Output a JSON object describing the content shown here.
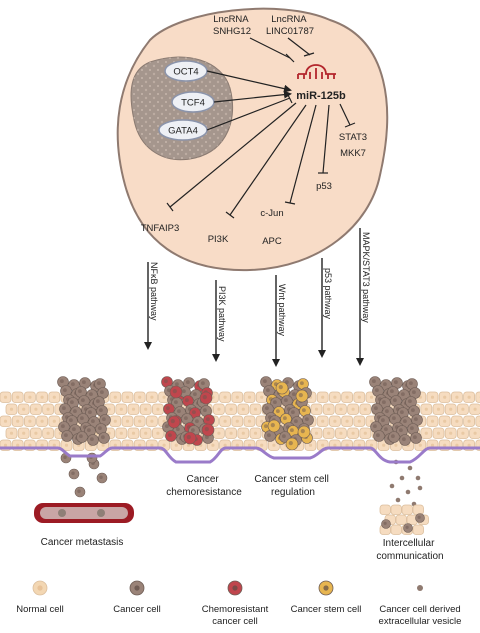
{
  "cell": {
    "mirna": "miR-125b",
    "regulators": [
      "LncRNA\nSNHG12",
      "LncRNA\nLINC01787"
    ],
    "tfs": [
      "OCT4",
      "TCF4",
      "GATA4"
    ],
    "targets": [
      "STAT3",
      "MKK7",
      "p53",
      "c-Jun",
      "APC",
      "PI3K",
      "TNFAIP3"
    ]
  },
  "pathways": [
    "NFκB pathway",
    "PI3K pathway",
    "Wnt pathway",
    "p53 pathway",
    "MAPK/STAT3 pathway"
  ],
  "outcomes": [
    "Cancer metastasis",
    "Cancer\nchemoresistance",
    "Cancer stem cell\nregulation",
    "Intercellular\ncommunication"
  ],
  "legend": [
    {
      "label": "Normal cell",
      "color": "#f3d7b3",
      "icon": "normal-cell-icon"
    },
    {
      "label": "Cancer cell",
      "color": "#9a8378",
      "icon": "cancer-cell-icon"
    },
    {
      "label": "Chemoresistant\ncancer cell",
      "color": "#c0464d",
      "icon": "chemoresistant-cell-icon"
    },
    {
      "label": "Cancer stem cell",
      "color": "#e7b550",
      "icon": "cancer-stem-cell-icon"
    },
    {
      "label": "Cancer cell derived\nextracellular vesicle",
      "color": "#8f7a70",
      "icon": "extracellular-vesicle-icon"
    }
  ]
}
